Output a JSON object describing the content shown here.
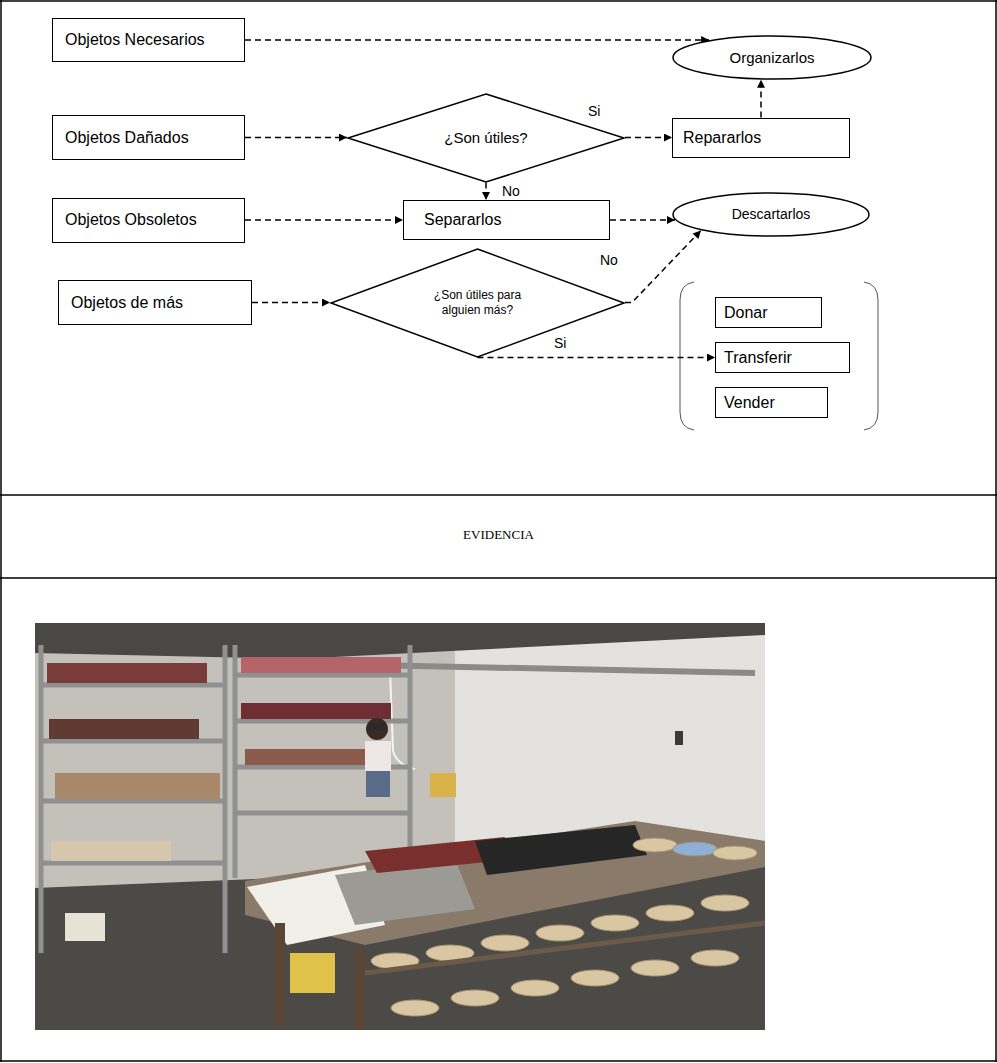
{
  "diagram": {
    "nodes": [
      {
        "text": [
          "Objetos Necesarios"
        ]
      },
      {
        "text": [
          "Organizarlos"
        ]
      },
      {
        "text": [
          "Objetos Dañados"
        ]
      },
      {
        "text": [
          "¿Son útiles?"
        ]
      },
      {
        "text": [
          "Repararlos"
        ]
      },
      {
        "text": [
          "Objetos Obsoletos"
        ]
      },
      {
        "text": [
          "Separarlos"
        ]
      },
      {
        "text": [
          "Descartarlos"
        ]
      },
      {
        "text": [
          "Objetos de más"
        ]
      },
      {
        "text": [
          "¿Son útiles para alguien más?"
        ]
      },
      {
        "text": [
          "Donar"
        ]
      },
      {
        "text": [
          "Transferir"
        ]
      },
      {
        "text": [
          "Vender"
        ]
      }
    ],
    "edges": [
      {
        "from": 0,
        "to": 1,
        "arrow": "to"
      },
      {
        "from": 2,
        "to": 3,
        "arrow": "to"
      },
      {
        "from": 3,
        "to": 4,
        "label": "Si",
        "arrow": "to"
      },
      {
        "from": 4,
        "to": 1,
        "arrow": "to"
      },
      {
        "from": 3,
        "to": 6,
        "label": "No",
        "arrow": "to"
      },
      {
        "from": 5,
        "to": 6,
        "arrow": "to"
      },
      {
        "from": 6,
        "to": 7,
        "arrow": "to"
      },
      {
        "from": 8,
        "to": 9,
        "arrow": "to"
      },
      {
        "from": 9,
        "to": 7,
        "label": "No",
        "arrow": "to"
      },
      {
        "from": 9,
        "to": 11,
        "label": "Si",
        "arrow": "to"
      }
    ],
    "labels": [
      "EVIDENCIA"
    ]
  }
}
